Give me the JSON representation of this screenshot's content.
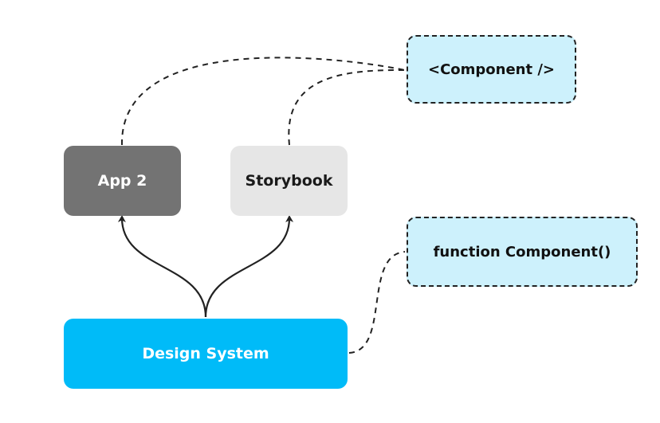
{
  "nodes": {
    "app2": {
      "label": "App 2"
    },
    "storybook": {
      "label": "Storybook"
    },
    "design_system": {
      "label": "Design System"
    },
    "component_jsx": {
      "label": "<Component />"
    },
    "component_fn": {
      "label": "function Component()"
    }
  },
  "edges": [
    {
      "from": "design_system",
      "to": "app2",
      "style": "solid-arrow"
    },
    {
      "from": "design_system",
      "to": "storybook",
      "style": "solid-arrow"
    },
    {
      "from": "app2",
      "to": "component_jsx",
      "style": "dashed"
    },
    {
      "from": "storybook",
      "to": "component_jsx",
      "style": "dashed"
    },
    {
      "from": "design_system",
      "to": "component_fn",
      "style": "dashed"
    }
  ],
  "colors": {
    "app2_fill": "#737373",
    "storybook_fill": "#e6e6e6",
    "design_system_fill": "#00bbf8",
    "component_fill": "#cdf1fc",
    "line": "#222222"
  }
}
